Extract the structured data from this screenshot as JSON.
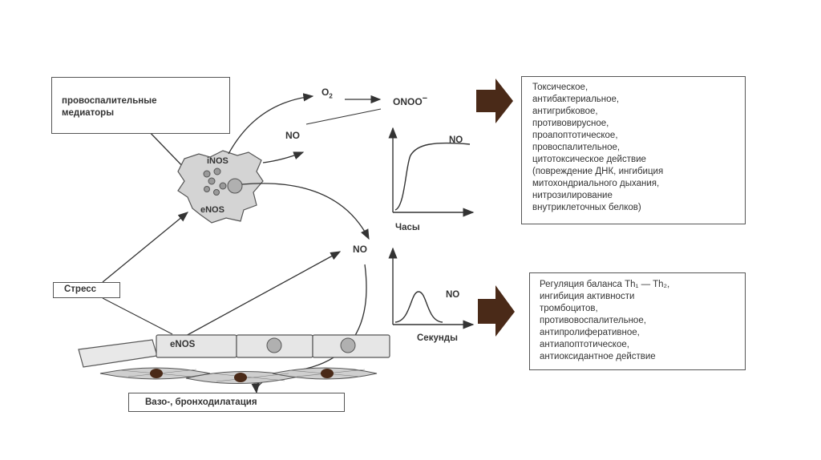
{
  "mediators_box": "провоспалительные медиаторы",
  "stress_label": "Стресс",
  "vasodilation_label": "Вазо-, бронходилатация",
  "inos_label": "iNOS",
  "enos_label_macrophage": "eNOS",
  "enos_label_endothelium": "eNOS",
  "o2_label": "O",
  "o2_sub": "2",
  "onoo_label": "ONOO",
  "onoo_sup": "−",
  "no_label_upper": "NO",
  "no_label_middle": "NO",
  "graph_top": {
    "curve_label": "NO",
    "x_label": "Часы"
  },
  "graph_bottom": {
    "curve_label": "NO",
    "x_label": "Секунды"
  },
  "effects_top": [
    "Токсическое,",
    "антибактериальное,",
    "антигрибковое,",
    "противовирусное,",
    "проапоптотическое,",
    "провоспалительное,",
    "цитотоксическое действие",
    "(повреждение ДНК, ингибиция",
    "митохондриального дыхания,",
    "нитрозилирование",
    "внутриклеточных белков)"
  ],
  "effects_bottom": [
    "Регуляция баланса Th₁ — Th₂,",
    "ингибиция активности",
    "тромбоцитов,",
    "противовоспалительное,",
    "антипролиферативное,",
    "антиапоптотическое,",
    "антиоксидантное действие"
  ],
  "colors": {
    "ink": "#333333",
    "cell_fill": "#e6e6e6",
    "macrophage_fill": "#d4d4d4",
    "arrow_fill": "#4a2a18"
  }
}
